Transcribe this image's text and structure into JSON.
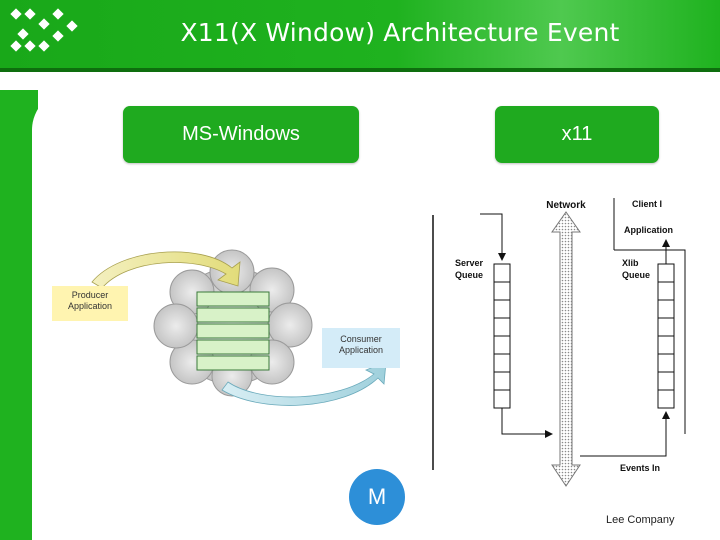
{
  "slide": {
    "title": "X11(X Window) Architecture Event",
    "footer": "Lee Company"
  },
  "buttons": {
    "ms_windows": "MS-Windows",
    "x11": "x11"
  },
  "ms_diagram": {
    "producer_line1": "Producer",
    "producer_line2": "Application",
    "consumer_line1": "Consumer",
    "consumer_line2": "Application"
  },
  "x11_diagram": {
    "network": "Network",
    "client": "Client I",
    "application": "Application",
    "server_queue_line1": "Server",
    "server_queue_line2": "Queue",
    "xlib_queue_line1": "Xlib",
    "xlib_queue_line2": "Queue",
    "events_in": "Events In"
  },
  "badge": {
    "letter": "M"
  },
  "colors": {
    "accent_green": "#1fb21f",
    "dark_green": "#0e6e0e",
    "badge_blue": "#2d8fd8",
    "label_yellow": "#fff4b0",
    "label_blue": "#d4ecf8"
  },
  "icons": {
    "logo": "dotted-arrow-logo-icon",
    "network": "double-arrow-icon"
  }
}
